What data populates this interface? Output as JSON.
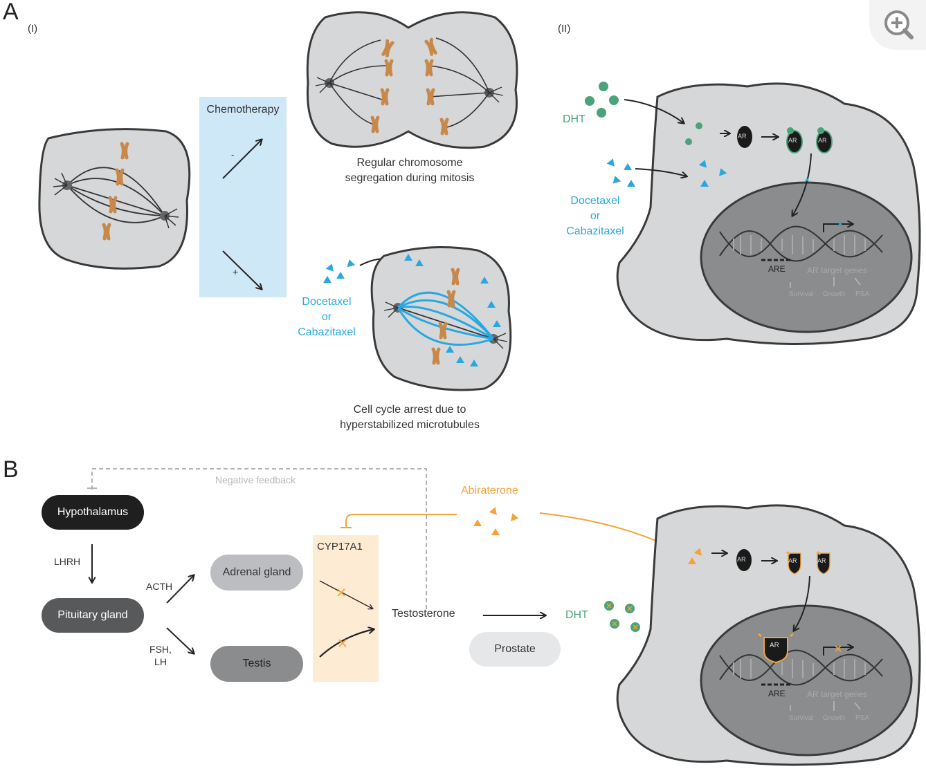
{
  "panel_a": {
    "letter": "A",
    "sub_i": "(I)",
    "sub_ii": "(II)",
    "chemotherapy": "Chemotherapy",
    "minus": "-",
    "plus": "+",
    "regular_caption_1": "Regular chromosome",
    "regular_caption_2": "segregation during mitosis",
    "arrest_caption_1": "Cell cycle arrest due to",
    "arrest_caption_2": "hyperstabilized microtubules",
    "drug_1": "Docetaxel",
    "drug_or": "or",
    "drug_2": "Cabazitaxel",
    "dht": "DHT",
    "ar": "AR",
    "are": "ARE",
    "target_genes": "AR target genes",
    "survival": "Survival",
    "growth": "Growth",
    "psa": "PSA"
  },
  "panel_b": {
    "letter": "B",
    "negative_feedback": "Negative feedback",
    "hypothalamus": "Hypothalamus",
    "lhrh": "LHRH",
    "pituitary": "Pituitary gland",
    "acth": "ACTH",
    "fsh_lh_1": "FSH,",
    "fsh_lh_2": "LH",
    "adrenal": "Adrenal gland",
    "testis": "Testis",
    "cyp17a1": "CYP17A1",
    "testosterone": "Testosterone",
    "dht": "DHT",
    "prostate": "Prostate",
    "abiraterone": "Abiraterone",
    "ar": "AR",
    "are": "ARE",
    "target_genes": "AR target genes",
    "survival": "Survival",
    "growth": "Growth",
    "psa": "PSA"
  },
  "colors": {
    "cell": "#d6d7d8",
    "nucleus": "#8a8c8e",
    "chromosome": "#c8884a",
    "drug_blue": "#29a8e0",
    "dht_green": "#4aa37a",
    "abiraterone_orange": "#f2a33a",
    "chemo_box": "#cfe8f7",
    "cyp_box": "#fdebd3"
  },
  "icons": {
    "zoom": "zoom-in-icon"
  }
}
